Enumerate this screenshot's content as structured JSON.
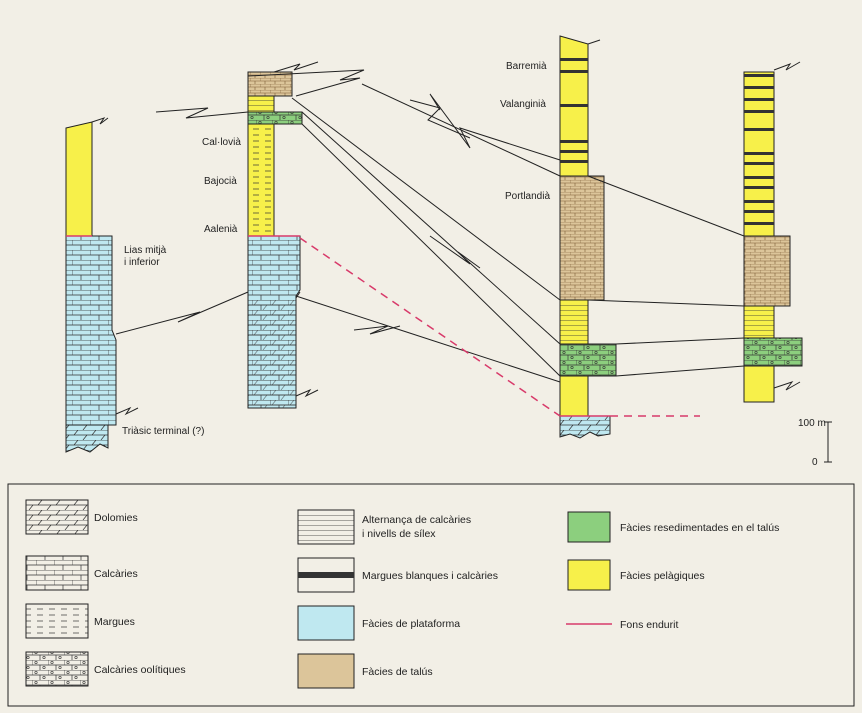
{
  "stage_labels": {
    "callovian": "Cal·lovià",
    "bajocian": "Bajocià",
    "aalenian": "Aalenià",
    "lias": "Lias mitjà",
    "lias_2": "i inferior",
    "triassic": "Triàsic terminal (?)",
    "barremian": "Barremià",
    "valanginian": "Valanginià",
    "portlandian": "Portlandià"
  },
  "scale": {
    "top": "100 m",
    "bottom": "0"
  },
  "legend": {
    "dolomies": "Dolomies",
    "calcaries": "Calcàries",
    "margues": "Margues",
    "oolitiques": "Calcàries oolítiques",
    "alternanca_1": "Alternança de calcàries",
    "alternanca_2": "i nivells de sílex",
    "margues_blanques": "Margues blanques i calcàries",
    "plataforma": "Fàcies de plataforma",
    "talus": "Fàcies de talús",
    "resedimentades": "Fàcies resedimentades en el talús",
    "pelagiques": "Fàcies pelàgiques",
    "fons": "Fons endurit"
  },
  "colors": {
    "platform": "#bfe8f0",
    "slope": "#dcc59a",
    "resedimented": "#8ccf7e",
    "pelagic": "#f7f04a",
    "hardground": "#d83a6a",
    "background": "#f2efe6"
  }
}
